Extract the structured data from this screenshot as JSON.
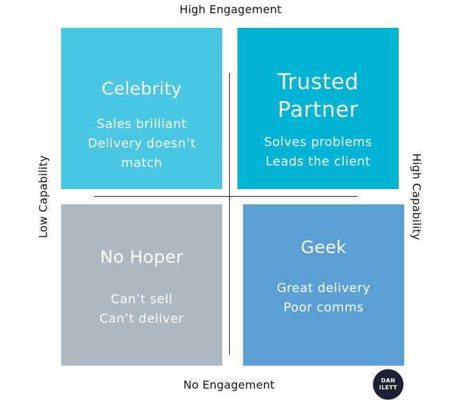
{
  "axes": {
    "top": "High Engagement",
    "bottom": "No Engagement",
    "left": "Low Capability",
    "right": "High Capability"
  },
  "quadrants": {
    "top_left": {
      "title": "Celebrity",
      "lines": [
        "Sales brilliant",
        "Delivery doesn’t",
        "match"
      ],
      "color": "#49c8e3"
    },
    "top_right": {
      "title_lines": [
        "Trusted",
        "Partner"
      ],
      "lines": [
        "Solves problems",
        "Leads the client"
      ],
      "color": "#00b4d6"
    },
    "bottom_left": {
      "title": "No Hoper",
      "lines": [
        "Can’t sell",
        "Can’t deliver"
      ],
      "color": "#acb8c1"
    },
    "bottom_right": {
      "title": "Geek",
      "lines": [
        "Great delivery",
        "Poor comms"
      ],
      "color": "#5a9fd4"
    }
  },
  "logo": {
    "line1": "DAN",
    "line2": "ILETT"
  }
}
